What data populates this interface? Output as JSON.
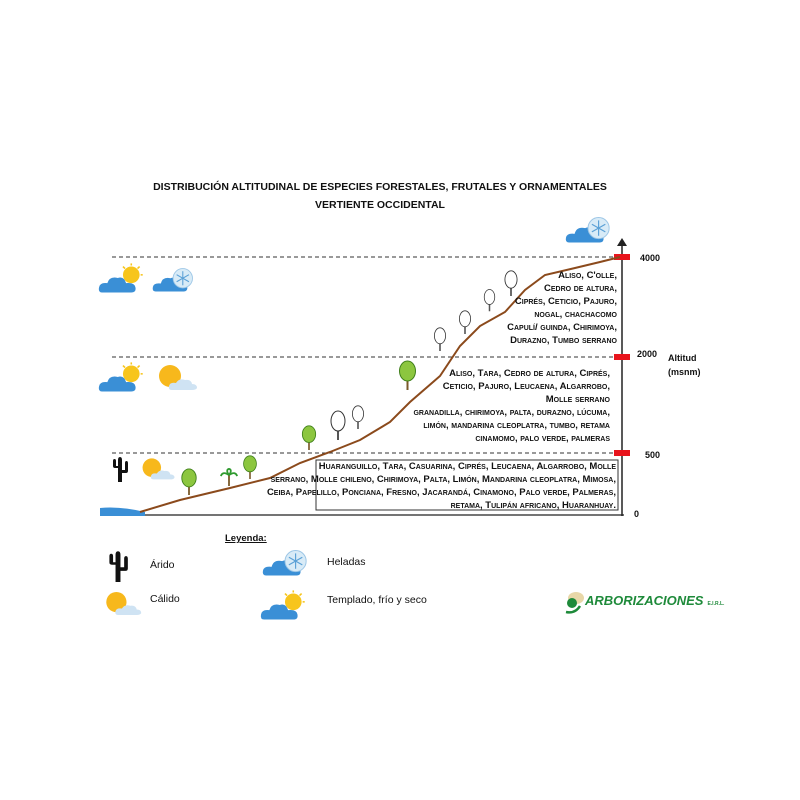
{
  "title": {
    "line1": "DISTRIBUCIÓN ALTITUDINAL DE ESPECIES FORESTALES, FRUTALES Y ORNAMENTALES",
    "line2": "VERTIENTE OCCIDENTAL"
  },
  "axis": {
    "ticks": [
      "4000",
      "2000",
      "500",
      "0"
    ],
    "label1": "Altitud",
    "label2": "(msnm)"
  },
  "zones": {
    "high": [
      "Aliso, C'olle,",
      "Cedro de altura,",
      "Ciprés, Ceticio, Pajuro,",
      "nogal, chachacomo",
      "Capulí/ guinda, Chirimoya,",
      "Durazno,  Tumbo serrano"
    ],
    "mid": [
      "Aliso, Tara, Cedro de altura, Ciprés,",
      "Ceticio, Pajuro, Leucaena, Algarrobo,",
      "Molle serrano",
      "granadilla, chirimoya, palta, durazno, lúcuma,",
      "limón, mandarina cleoplatra, tumbo, retama",
      "cinamomo,  palo verde, palmeras"
    ],
    "low": [
      "Huaranguillo, Tara, Casuarina, Ciprés, Leucaena, Algarrobo, Molle",
      "serrano, Molle chileno, Chirimoya, Palta, Limón, Mandarina cleoplatra, Mimosa,",
      "Ceiba, Papelillo, Ponciana, Fresno, Jacarandá, Cinamono, Palo verde, Palmeras,",
      "retama, Tulipán africano, Huaranhuay."
    ]
  },
  "legend": {
    "title": "Leyenda:",
    "items": [
      {
        "icon": "cactus-icon",
        "label": "Árido"
      },
      {
        "icon": "snow-cloud-icon",
        "label": "Heladas"
      },
      {
        "icon": "sun-cloud-icon",
        "label": "Cálido"
      },
      {
        "icon": "cloud-sun-icon",
        "label": "Templado, frío y seco"
      }
    ]
  },
  "logo": {
    "text": "ARBORIZACIONES",
    "suffix": "E.I.R.L."
  },
  "colors": {
    "curve": "#8b4a1c",
    "marker": "#e8141c",
    "sky": "#3a8fd6",
    "logo": "#1e8a3a"
  }
}
